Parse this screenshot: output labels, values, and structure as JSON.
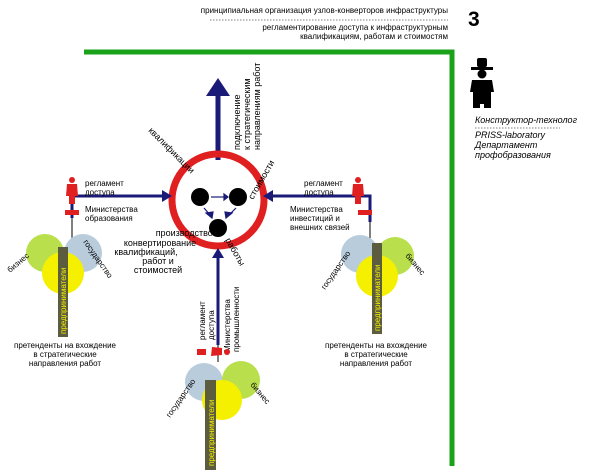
{
  "header": {
    "line1": "принципиальная организация узлов-конверторов инфраструктуры",
    "line2": "регламентирование доступа к инфраструктурным",
    "line3": "квалификациям, работам и стоимостям",
    "page_number": "3"
  },
  "right_panel": {
    "role": "Конструктор-технолог",
    "org_line1": "PRISS-laboratory",
    "org_line2": "Департамент",
    "org_line3": "профобразования"
  },
  "core": {
    "arrow_label_1": "подключение",
    "arrow_label_2": "к стратегическим",
    "arrow_label_3": "направлениям работ",
    "label_qualifications": "квалификации",
    "label_costs": "стоимости",
    "label_works": "работы",
    "center_text_1": "производство и",
    "center_text_2": "конвертирование",
    "center_text_3": "квалификаций,",
    "center_text_4": "работ и",
    "center_text_5": "стоимостей"
  },
  "branches": {
    "left": {
      "reg_1": "регламент",
      "reg_2": "доступа",
      "ministry_1": "Министерства",
      "ministry_2": "образования",
      "business": "бизнес",
      "state": "государство",
      "entrepreneurs": "предприниматели",
      "note_1": "претенденты на вхождение",
      "note_2": "в стратегические",
      "note_3": "направления работ"
    },
    "right": {
      "reg_1": "регламент",
      "reg_2": "доступа",
      "ministry_1": "Министерства",
      "ministry_2": "инвестиций и",
      "ministry_3": "внешних связей",
      "business": "бизнес",
      "state": "государство",
      "entrepreneurs": "предприниматели",
      "note_1": "претенденты на вхождение",
      "note_2": "в стратегические",
      "note_3": "направления работ"
    },
    "bottom": {
      "reg_1": "регламент",
      "reg_2": "доступа",
      "ministry_1": "Министерства",
      "ministry_2": "промышленности",
      "business": "бизнес",
      "state": "государство",
      "entrepreneurs": "предприниматели"
    }
  },
  "colors": {
    "navy": "#1a1a78",
    "red": "#e02020",
    "green": "#1aa21a",
    "lime": "#b9e04c",
    "yellow": "#f5f000",
    "lightblue": "#b9ccdc",
    "bar": "#5c5c3e"
  }
}
